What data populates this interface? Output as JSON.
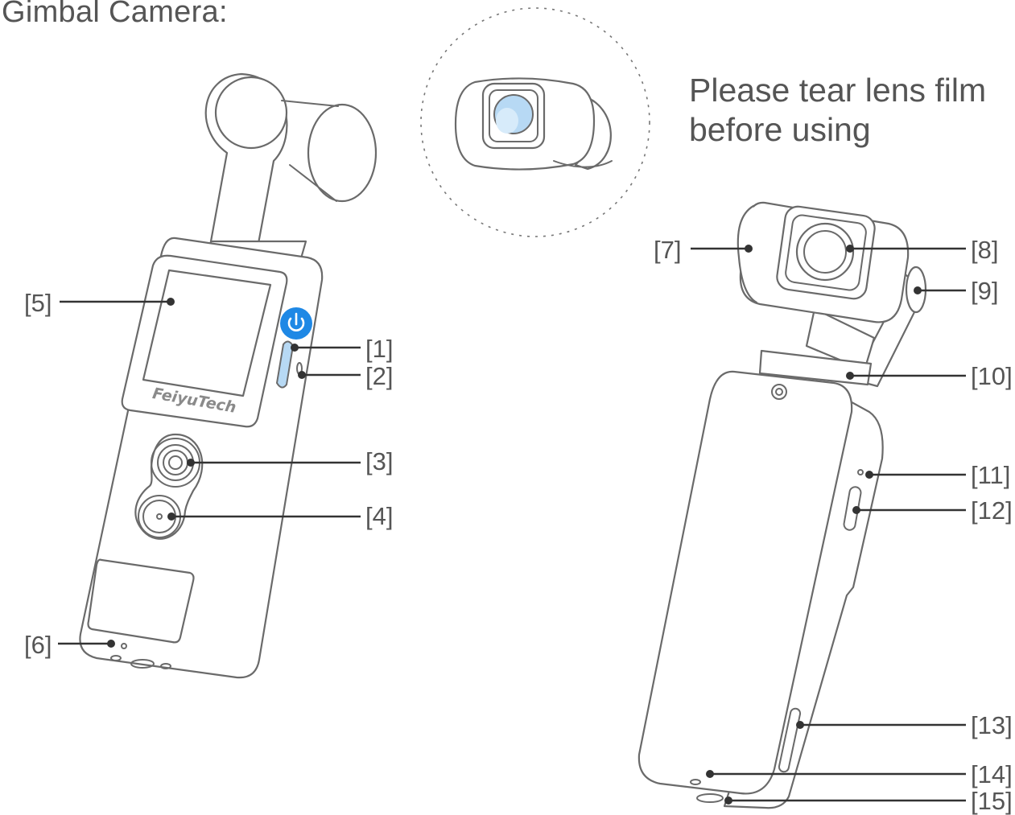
{
  "heading": "Gimbal Camera:",
  "note": {
    "line1": "Please tear lens film",
    "line2": "before using"
  },
  "brand_text": "FeiyuTech",
  "colors": {
    "text": "#555555",
    "outline": "#6a6a6a",
    "callout": "#333333",
    "accent_blue": "#1e88e5",
    "highlight_blue": "#b7d9f4"
  },
  "icons": {
    "power": "power-icon",
    "screw_hole": "screw-hole-icon"
  },
  "callouts": [
    "[1]",
    "[2]",
    "[3]",
    "[4]",
    "[5]",
    "[6]",
    "[7]",
    "[8]",
    "[9]",
    "[10]",
    "[11]",
    "[12]",
    "[13]",
    "[14]",
    "[15]"
  ]
}
